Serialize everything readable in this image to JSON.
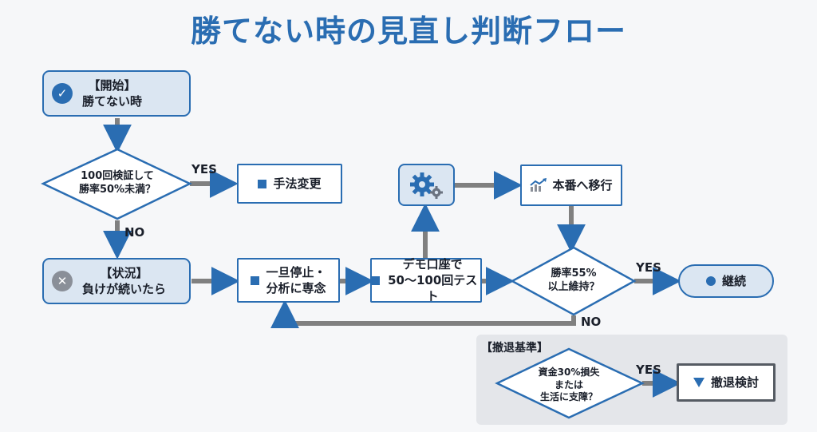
{
  "title": "勝てない時の見直し判断フロー",
  "nodes": {
    "start": {
      "line1": "【開始】",
      "line2": "勝てない時",
      "icon": "check-circle-icon"
    },
    "decision1": {
      "line1": "100回検証して",
      "line2": "勝率50%未満？"
    },
    "method_change": {
      "label": "手法変更",
      "icon": "square-bullet-icon"
    },
    "situation": {
      "line1": "【状況】",
      "line2": "負けが続いたら",
      "icon": "x-circle-icon"
    },
    "pause": {
      "line1": "一旦停止・",
      "line2": "分析に専念",
      "icon": "square-bullet-icon"
    },
    "demo": {
      "line1": "デモ口座で",
      "line2": "50〜100回テスト",
      "icon": "square-bullet-icon"
    },
    "gear": {
      "icon": "gears-icon"
    },
    "live": {
      "label": "本番へ移行",
      "icon": "chart-up-icon"
    },
    "decision2": {
      "line1": "勝率55%",
      "line2": "以上維持？"
    },
    "continue": {
      "label": "継続",
      "icon": "dot-bullet-icon"
    },
    "withdraw_panel": {
      "label": "【撤退基準】"
    },
    "decision3": {
      "line1": "資金30%損失",
      "line2": "または",
      "line3": "生活に支障？"
    },
    "withdraw": {
      "label": "撤退検討",
      "icon": "triangle-bullet-icon"
    }
  },
  "edge_labels": {
    "yes1": "YES",
    "no1": "NO",
    "yes2": "YES",
    "no2": "NO",
    "yes3": "YES"
  },
  "colors": {
    "accent": "#2a6db2",
    "node_fill": "#dbe6f2",
    "connector": "#808080",
    "panel": "#e4e6ea"
  }
}
